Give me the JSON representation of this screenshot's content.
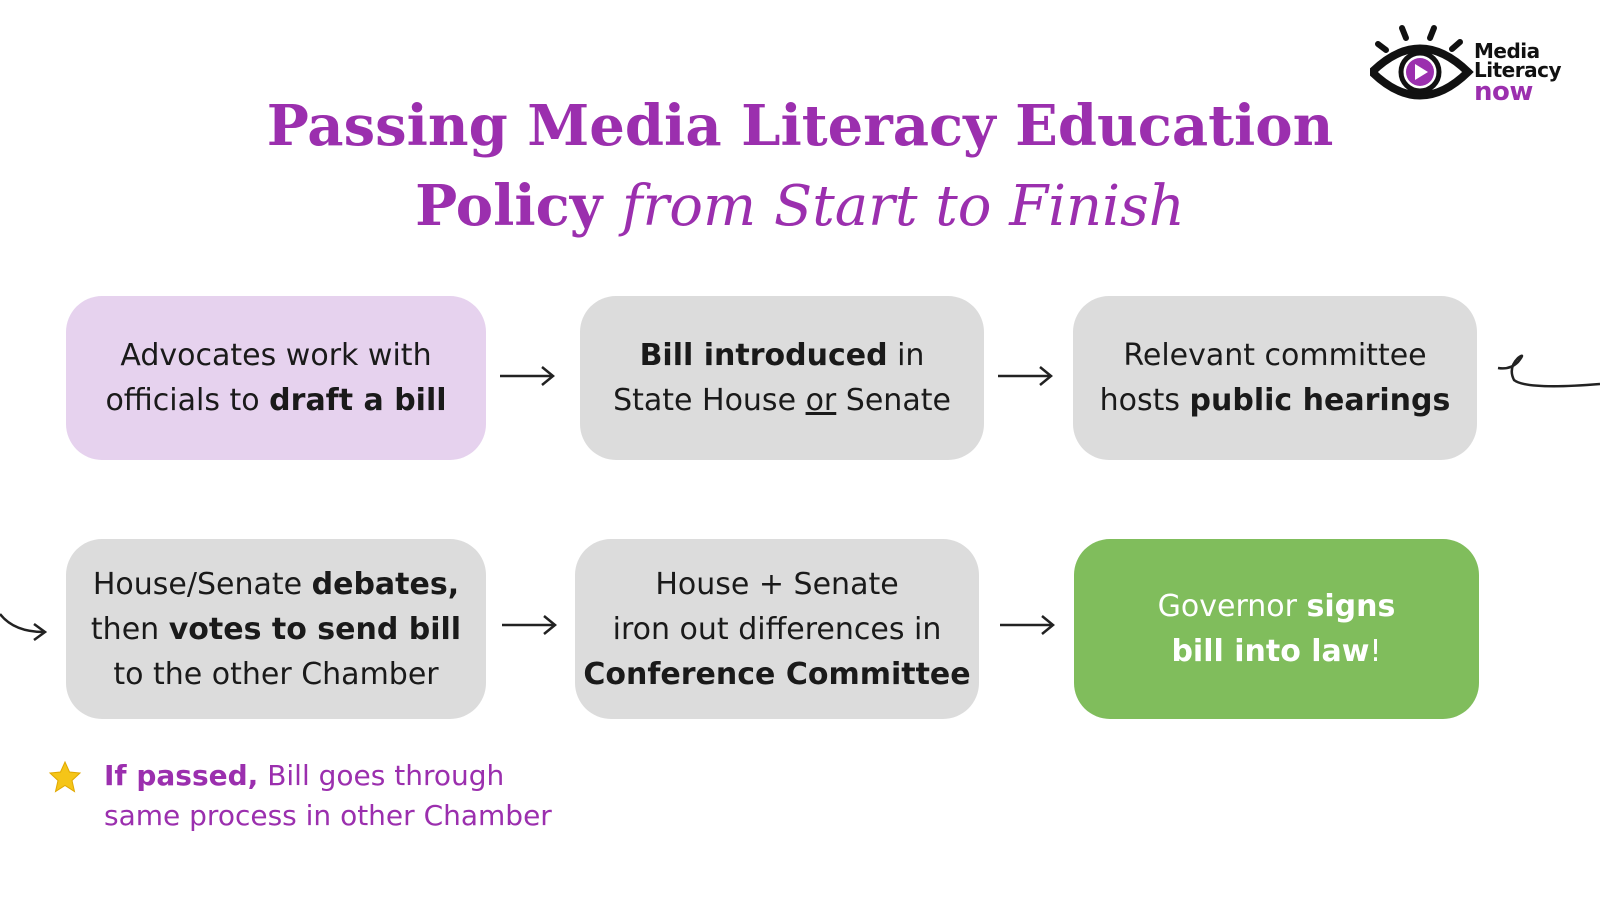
{
  "title": {
    "line1": "Passing Media Literacy Education",
    "line2_bold": "Policy",
    "line2_italic": "from Start to Finish"
  },
  "logo": {
    "line1": "Media",
    "line2": "Literacy",
    "line3": "now"
  },
  "steps": [
    {
      "line1_a": "Advocates work with",
      "line2_a": "officials to ",
      "line2_b": "draft a bill"
    },
    {
      "line1_b": "Bill introduced",
      "line1_a": " in",
      "line2_a": "State House ",
      "line2_u": "or",
      "line2_c": " Senate"
    },
    {
      "line1_a": "Relevant committee",
      "line2_a": "hosts ",
      "line2_b": "public hearings"
    },
    {
      "line1_a": "House/Senate ",
      "line1_b": "debates,",
      "line2_a": "then ",
      "line2_b": "votes to send bill",
      "line3_a": "to the other Chamber"
    },
    {
      "line1_a": "House + Senate",
      "line2_a": "iron out differences in",
      "line3_b": "Conference Committee"
    },
    {
      "line1_a": "Governor ",
      "line1_b": "signs",
      "line2_b": "bill into law",
      "line2_a": "!"
    }
  ],
  "note": {
    "bold": "If passed,",
    "text1": " Bill goes through",
    "text2": "same process in other Chamber"
  },
  "colors": {
    "accent": "#9b2fae",
    "box_gray": "#dcdcdc",
    "box_purple": "#e6d2ee",
    "box_green": "#80bd5c",
    "star": "#f5c518"
  }
}
